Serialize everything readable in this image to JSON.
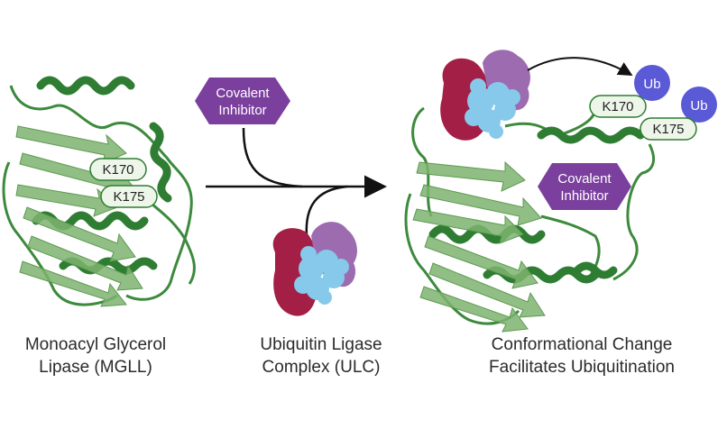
{
  "colors": {
    "helix": "#2e7d32",
    "strand": "#7cb36f",
    "loop": "#3c8a3c",
    "inhibitor": "#7b3f9e",
    "ub": "#5a59d6",
    "ligase_red": "#a31f45",
    "ligase_purple": "#9c6bb0",
    "ligase_blue": "#86c9ea"
  },
  "left": {
    "residue_1": "K170",
    "residue_2": "K175",
    "caption_line_1": "Monoacyl Glycerol",
    "caption_line_2": "Lipase (MGLL)"
  },
  "middle": {
    "inhibitor_line_1": "Covalent",
    "inhibitor_line_2": "Inhibitor",
    "caption_line_1": "Ubiquitin Ligase",
    "caption_line_2": "Complex (ULC)"
  },
  "right": {
    "residue_1": "K170",
    "residue_2": "K175",
    "ub_1": "Ub",
    "ub_2": "Ub",
    "inhibitor_line_1": "Covalent",
    "inhibitor_line_2": "Inhibitor",
    "caption_line_1": "Conformational Change",
    "caption_line_2": "Facilitates Ubiquitination"
  }
}
